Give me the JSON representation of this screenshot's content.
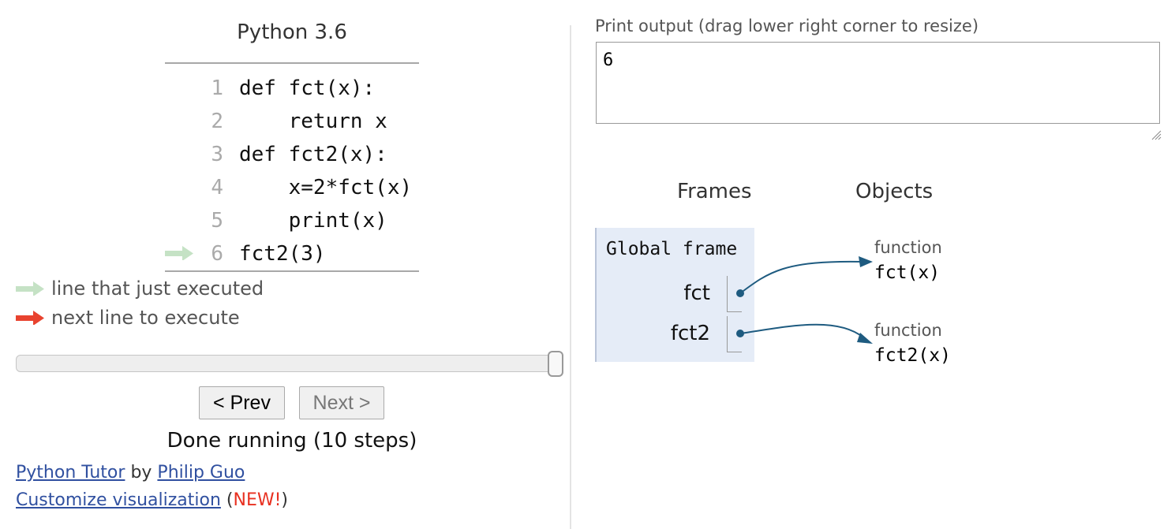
{
  "editor": {
    "language": "Python 3.6",
    "lines": [
      {
        "num": "1",
        "text": "def fct(x):"
      },
      {
        "num": "2",
        "text": "    return x"
      },
      {
        "num": "3",
        "text": "def fct2(x):"
      },
      {
        "num": "4",
        "text": "    x=2*fct(x)"
      },
      {
        "num": "5",
        "text": "    print(x)"
      },
      {
        "num": "6",
        "text": "fct2(3)"
      }
    ]
  },
  "legend": {
    "executed": "line that just executed",
    "next": "next line to execute",
    "executed_color": "#c5e2c5",
    "next_color": "#e8432f"
  },
  "controls": {
    "prev_label": "< Prev",
    "next_label": "Next >",
    "status": "Done running (10 steps)",
    "step_progress": 1.0
  },
  "footer": {
    "tutor_link": "Python Tutor",
    "by": "by",
    "author_link": "Philip Guo",
    "customize_link": "Customize visualization",
    "paren_open": "(",
    "new_label": "NEW!",
    "paren_close": ")"
  },
  "output": {
    "label": "Print output (drag lower right corner to resize)",
    "text": "6"
  },
  "viz": {
    "frames_heading": "Frames",
    "objects_heading": "Objects",
    "global_frame": {
      "title": "Global frame",
      "vars": [
        {
          "name": "fct"
        },
        {
          "name": "fct2"
        }
      ]
    },
    "objects": [
      {
        "type": "function",
        "value": "fct(x)"
      },
      {
        "type": "function",
        "value": "fct2(x)"
      }
    ],
    "arrow_color": "#1e5b80"
  }
}
